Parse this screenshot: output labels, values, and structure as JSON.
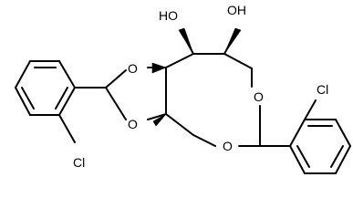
{
  "molecule": {
    "labels": {
      "hydroxyl_left": "HO",
      "hydroxyl_right": "OH",
      "dioxolane_o_top": "O",
      "dioxolane_o_bottom": "O",
      "ring_o_right": "O",
      "ring_o_bottom": "O",
      "chlorine_left": "Cl",
      "chlorine_right": "Cl"
    }
  }
}
